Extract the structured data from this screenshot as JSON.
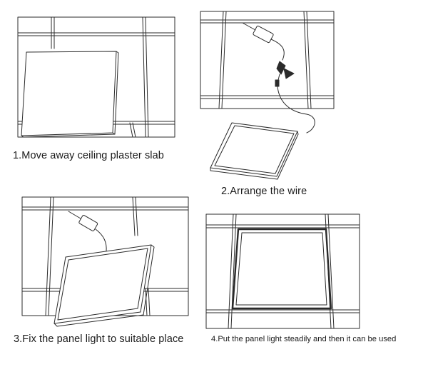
{
  "steps": [
    {
      "caption": "1.Move away ceiling plaster slab"
    },
    {
      "caption": "2.Arrange the wire"
    },
    {
      "caption": "3.Fix the panel light to suitable place"
    },
    {
      "caption": "4.Put the panel light steadily and then it can be used"
    }
  ],
  "colors": {
    "line": "#2b2b2b",
    "background": "#ffffff"
  }
}
